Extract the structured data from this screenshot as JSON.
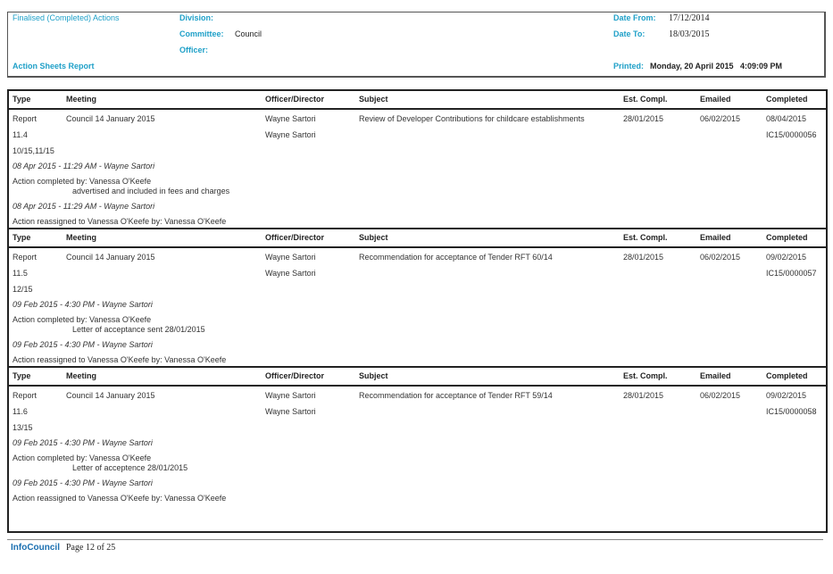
{
  "header": {
    "report_status": "Finalised (Completed) Actions",
    "report_title": "Action Sheets Report",
    "division_label": "Division:",
    "division_value": "",
    "committee_label": "Committee:",
    "committee_value": "Council",
    "officer_label": "Officer:",
    "officer_value": "",
    "date_from_label": "Date From:",
    "date_from": "17/12/2014",
    "date_to_label": "Date To:",
    "date_to": "18/03/2015",
    "printed_label": "Printed:",
    "printed_value": "Monday, 20 April 2015   4:09:09 PM"
  },
  "columns": [
    "Type",
    "Meeting",
    "Officer/Director",
    "Subject",
    "Est. Compl.",
    "Emailed",
    "Completed"
  ],
  "actions": [
    {
      "type": "Report",
      "meeting": "Council 14 January 2015",
      "officer": "Wayne Sartori",
      "subject": "Review of Developer Contributions for childcare establishments",
      "est": "28/01/2015",
      "emailed": "06/02/2015",
      "completed": "08/04/2015",
      "item": "11.4",
      "officer2": "Wayne Sartori",
      "ref": "IC15/0000056",
      "resolution": "10/15,11/15",
      "note1_head": "08 Apr 2015 - 11:29 AM - Wayne Sartori",
      "note1_text": "Action completed by: Vanessa O'Keefe",
      "note1_detail": "advertised and included in fees and charges",
      "note2_head": "08 Apr 2015 - 11:29 AM - Wayne Sartori",
      "note2_text": "Action reassigned to Vanessa O'Keefe by: Vanessa O'Keefe"
    },
    {
      "type": "Report",
      "meeting": "Council 14 January 2015",
      "officer": "Wayne Sartori",
      "subject": "Recommendation for acceptance of Tender RFT 60/14",
      "est": "28/01/2015",
      "emailed": "06/02/2015",
      "completed": "09/02/2015",
      "item": "11.5",
      "officer2": "Wayne Sartori",
      "ref": "IC15/0000057",
      "resolution": "12/15",
      "note1_head": "09 Feb 2015 - 4:30 PM - Wayne Sartori",
      "note1_text": "Action completed by: Vanessa O'Keefe",
      "note1_detail": "Letter of acceptance sent 28/01/2015",
      "note2_head": "09 Feb 2015 - 4:30 PM - Wayne Sartori",
      "note2_text": "Action reassigned to Vanessa O'Keefe by: Vanessa O'Keefe"
    },
    {
      "type": "Report",
      "meeting": "Council 14 January 2015",
      "officer": "Wayne Sartori",
      "subject": "Recommendation for acceptance of Tender RFT 59/14",
      "est": "28/01/2015",
      "emailed": "06/02/2015",
      "completed": "09/02/2015",
      "item": "11.6",
      "officer2": "Wayne Sartori",
      "ref": "IC15/0000058",
      "resolution": "13/15",
      "note1_head": "09 Feb 2015 - 4:30 PM - Wayne Sartori",
      "note1_text": "Action completed by: Vanessa O'Keefe",
      "note1_detail": "Letter of acceptence 28/01/2015",
      "note2_head": "09 Feb 2015 - 4:30 PM - Wayne Sartori",
      "note2_text": "Action reassigned to Vanessa O'Keefe by: Vanessa O'Keefe"
    }
  ],
  "footer": {
    "brand": "InfoCouncil",
    "page": "Page 12 of 25"
  }
}
